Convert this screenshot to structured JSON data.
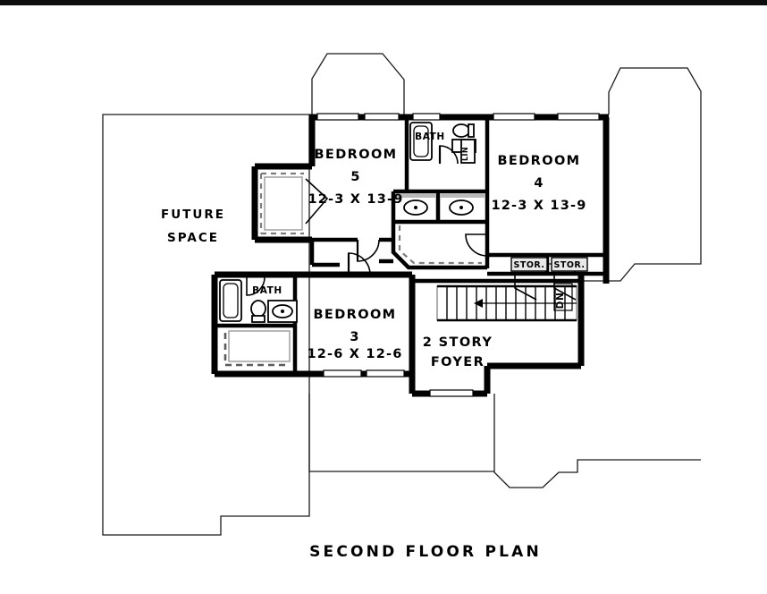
{
  "document": {
    "title": "SECOND FLOOR PLAN",
    "type": "architectural-floor-plan",
    "line_color": "#000000",
    "background_color": "#ffffff"
  },
  "rooms": [
    {
      "id": "future-space",
      "label_line1": "FUTURE",
      "label_line2": "SPACE",
      "number": "",
      "dimensions": ""
    },
    {
      "id": "bedroom-5",
      "label": "BEDROOM",
      "number": "5",
      "dimensions": "12-3 X 13-9"
    },
    {
      "id": "bedroom-4",
      "label": "BEDROOM",
      "number": "4",
      "dimensions": "12-3 X 13-9"
    },
    {
      "id": "bedroom-3",
      "label": "BEDROOM",
      "number": "3",
      "dimensions": "12-6 X 12-6"
    },
    {
      "id": "foyer",
      "label_line1": "2 STORY",
      "label_line2": "FOYER"
    }
  ],
  "labels": {
    "bath_upper": "BATH",
    "bath_left": "BATH",
    "linen": "LIN",
    "storage_left": "STOR.",
    "storage_right": "STOR.",
    "stair_direction": "DN"
  },
  "fixtures": {
    "upper_bath": [
      "bathtub",
      "toilet",
      "sink",
      "linen-closet"
    ],
    "left_bath": [
      "bathtub",
      "toilet",
      "sink"
    ],
    "shared_vanity": [
      "sink",
      "sink"
    ],
    "stairs": {
      "treads": 13,
      "direction": "DN"
    }
  }
}
